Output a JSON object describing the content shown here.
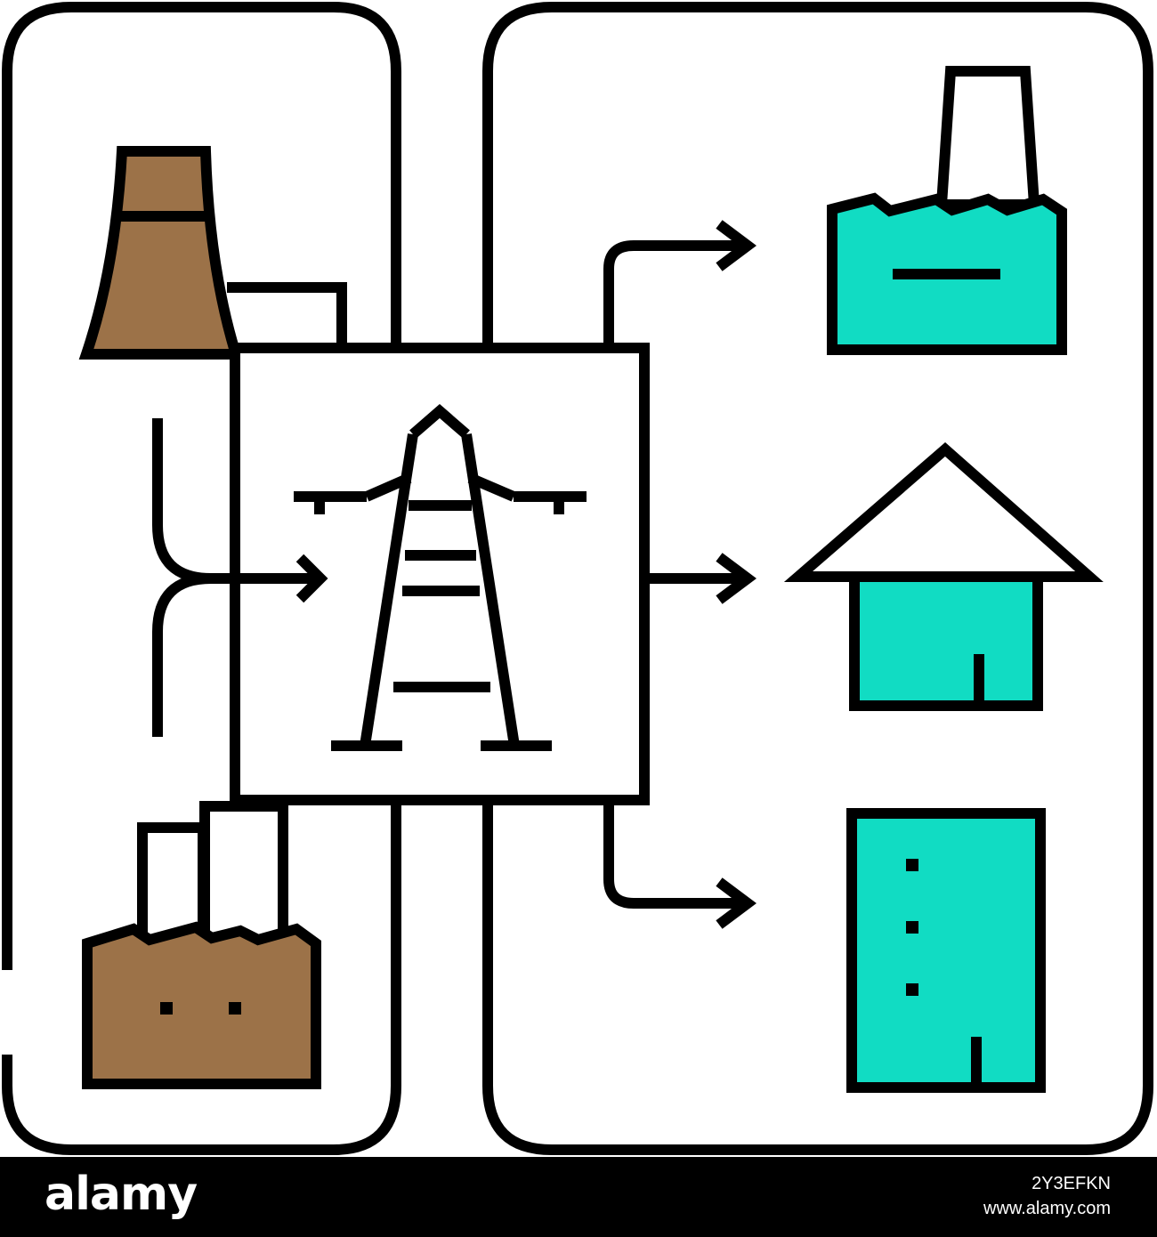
{
  "colors": {
    "outline": "#000000",
    "brown": "#9c7248",
    "teal": "#11dcc3",
    "background": "#ffffff",
    "watermark_bar": "#000000",
    "watermark_text": "#ffffff"
  },
  "icons": {
    "left_panel": [
      "cooling-tower-power-plant-icon",
      "coal-factory-icon",
      "merging-supply-lines-icon"
    ],
    "center": [
      "transmission-tower-icon"
    ],
    "right_panel": [
      "industrial-factory-icon",
      "house-icon",
      "office-building-icon"
    ],
    "connectors": [
      "arrow-into-grid-icon",
      "arrow-to-factory-icon",
      "arrow-to-house-icon",
      "arrow-to-building-icon"
    ]
  },
  "watermark": {
    "logo": "alamy",
    "image_id": "2Y3EFKN",
    "site": "www.alamy.com"
  }
}
